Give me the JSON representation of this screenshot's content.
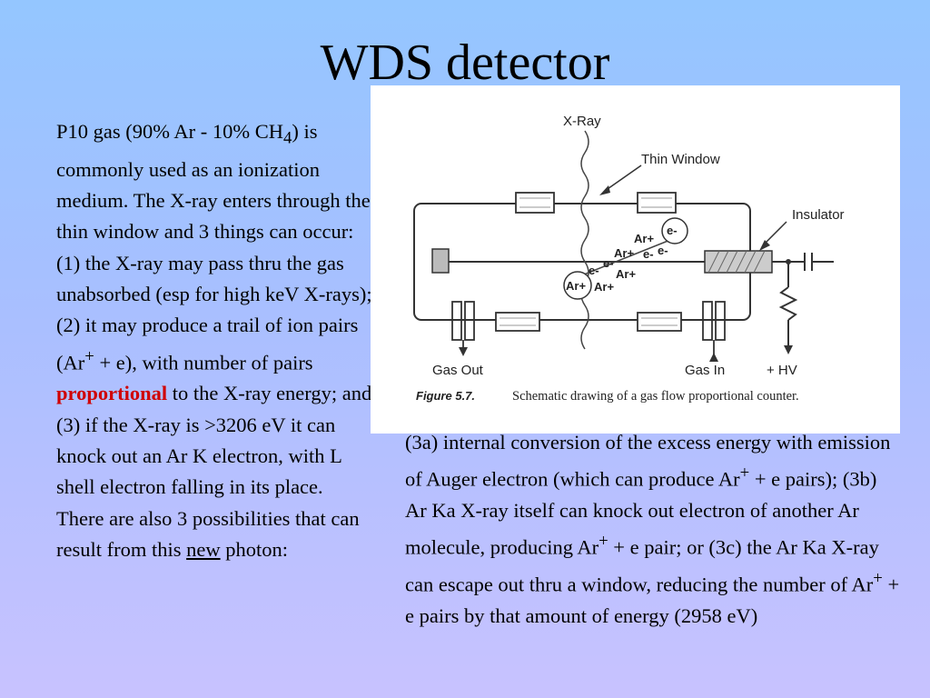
{
  "title": "WDS detector",
  "left_text": {
    "p1": "P10 gas (90% Ar - 10% CH",
    "sub4": "4",
    "p2": ") is commonly used as an ionization medium. The X-ray enters through the thin window and 3 things can occur: (1) the X-ray may pass thru the gas unabsorbed (esp for high keV X-rays); (2) it may produce a trail of ion pairs (Ar",
    "plus": "+",
    "p3": " + e), with number of pairs ",
    "proportional": "proportional",
    "p4": " to the X-ray energy; and (3) if the X-ray is >3206 eV it can knock out an Ar K electron, with L shell electron falling in its place. There are also 3 possibilities that can result from this ",
    "new": "new",
    "p5": " photon:"
  },
  "right_text": {
    "s1": "(3a) internal conversion of the excess energy with emission of Auger electron (which can produce Ar",
    "s2": " + e pairs); (3b) Ar Ka X-ray itself can knock out electron of another Ar molecule, producing Ar",
    "s3": " + e pair; or (3c) the Ar Ka X-ray can escape out thru a window, reducing the number of Ar",
    "s4": " + e pairs by that amount of energy (2958 eV)",
    "plus": "+"
  },
  "figure": {
    "xray": "X-Ray",
    "thin_window": "Thin Window",
    "insulator": "Insulator",
    "gas_out": "Gas Out",
    "gas_in": "Gas In",
    "hv": "+ HV",
    "ar_plus": "Ar+",
    "e_minus": "e-",
    "caption_label": "Figure 5.7.",
    "caption_text": "Schematic drawing of a gas flow proportional counter."
  }
}
